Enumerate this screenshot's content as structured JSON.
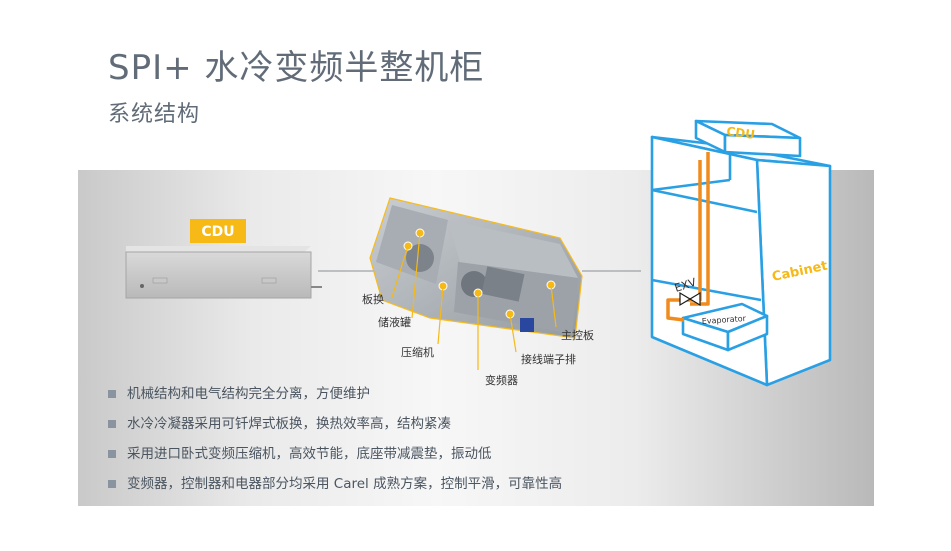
{
  "header": {
    "title": "SPI+ 水冷变频半整机柜",
    "subtitle": "系统结构"
  },
  "diagram": {
    "cdu_badge": "CDU",
    "components": [
      "板换",
      "储液罐",
      "压缩机",
      "变频器",
      "接线端子排",
      "主控板"
    ],
    "cabinet": {
      "cdu_label": "CDU",
      "cabinet_label": "Cabinet",
      "exv_label": "EXV",
      "evaporator_label": "Evaporator"
    },
    "colors": {
      "accent_yellow": "#f6b915",
      "cabinet_blue": "#2aa0e4",
      "pipe_orange": "#f08c1e"
    }
  },
  "features": [
    "机械结构和电气结构完全分离，方便维护",
    "水冷冷凝器采用可钎焊式板换，换热效率高，结构紧凑",
    "采用进口卧式变频压缩机，高效节能，底座带减震垫，振动低",
    "变频器，控制器和电器部分均采用 Carel 成熟方案，控制平滑，可靠性高"
  ]
}
